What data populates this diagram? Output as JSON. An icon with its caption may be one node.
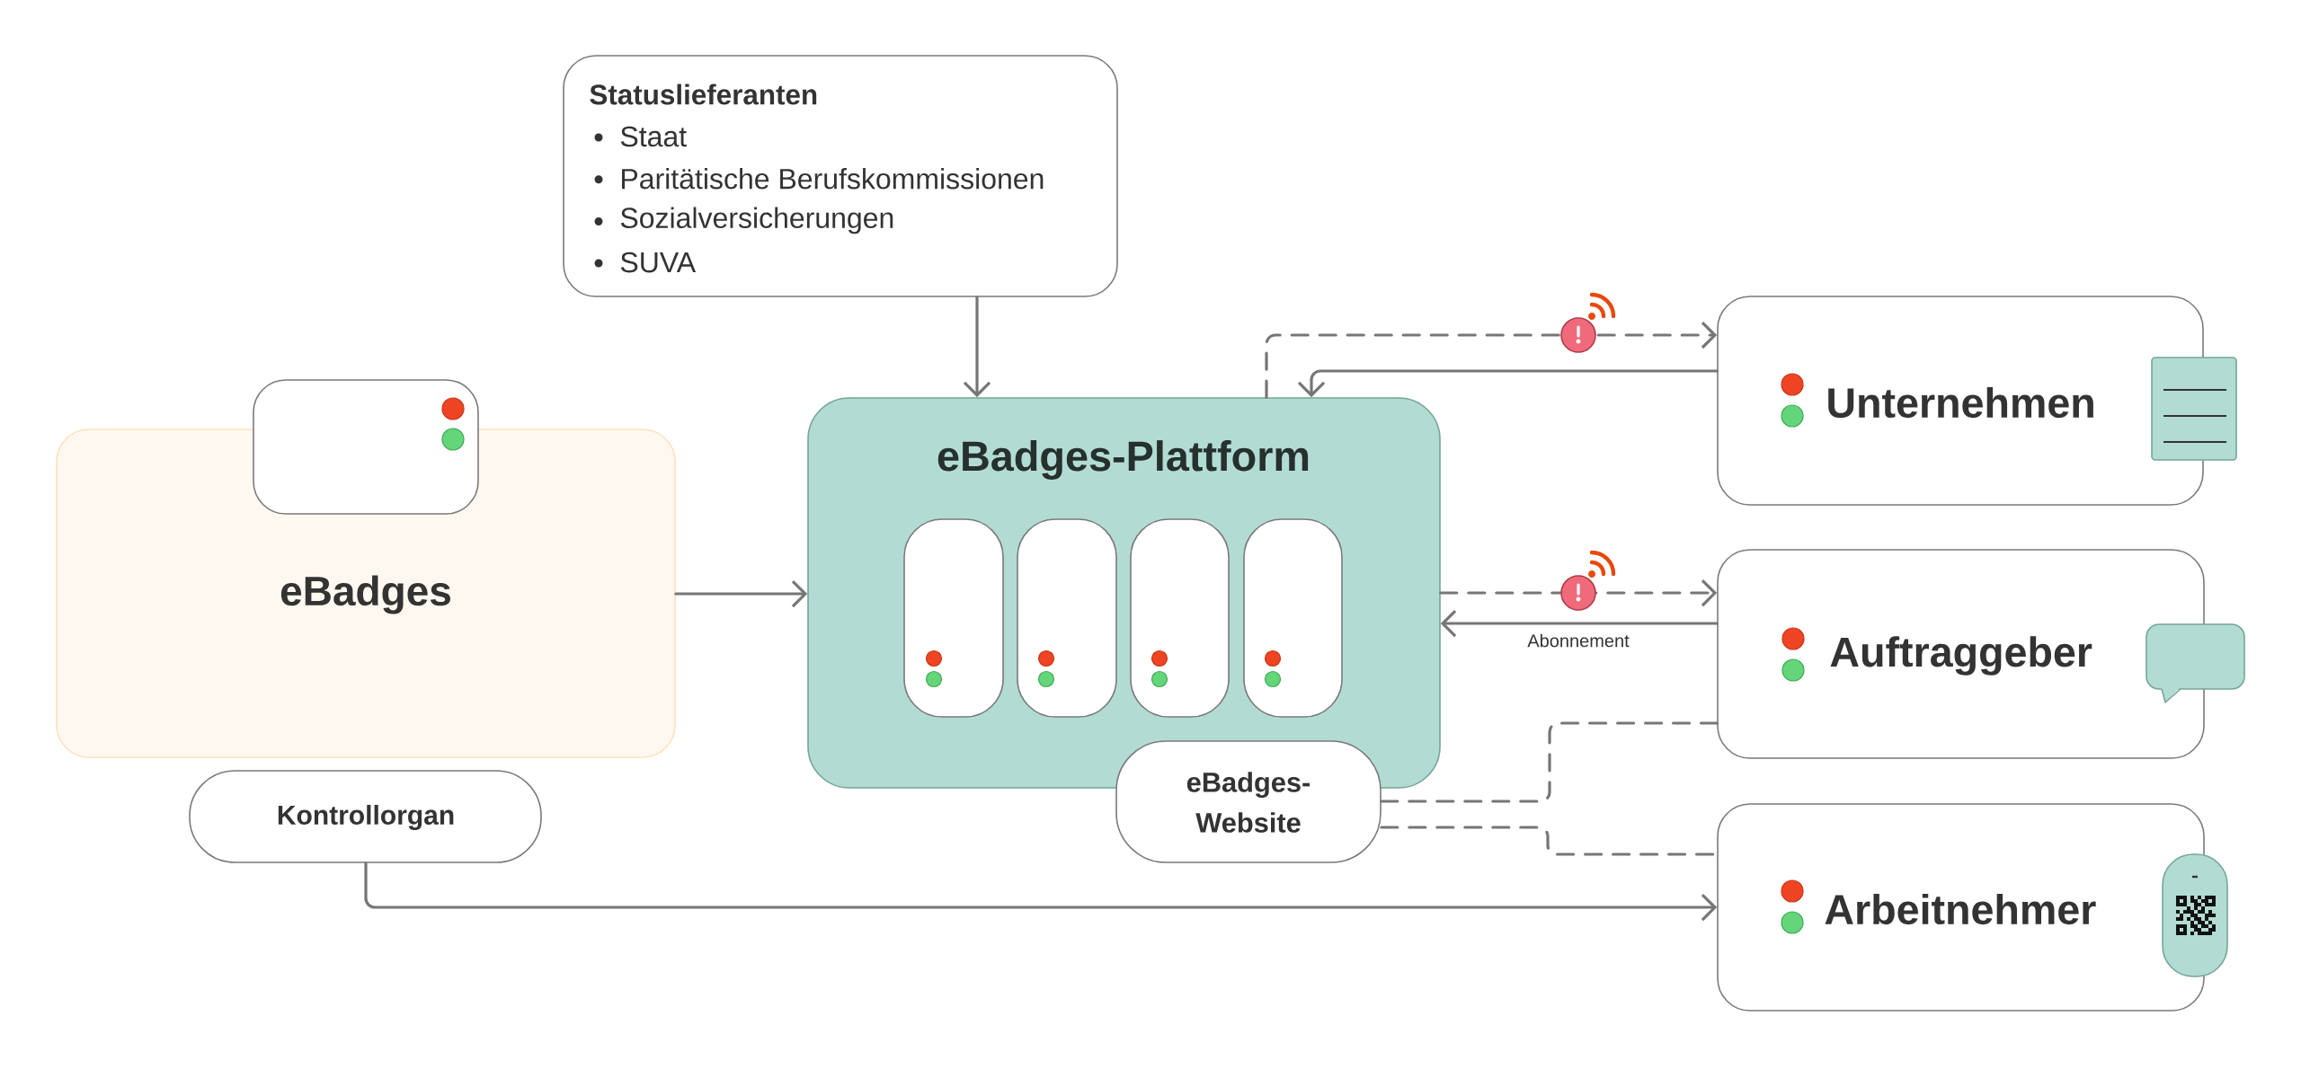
{
  "diagram": {
    "nodes": [
      {
        "text": [
          "Statuslieferanten",
          "Staat",
          "Paritätische Berufskommissionen",
          "Sozialversicherungen",
          "SUVA"
        ]
      },
      {
        "text": [
          "eBadges"
        ]
      },
      {
        "text": [],
        "shape": "box"
      },
      {
        "text": [
          "eBadges-Plattform"
        ]
      },
      {
        "text": [],
        "shape": "box",
        "in": 3
      },
      {
        "text": [],
        "shape": "box",
        "in": 3
      },
      {
        "text": [],
        "shape": "box",
        "in": 3
      },
      {
        "text": [],
        "shape": "box",
        "in": 3
      },
      {
        "text": [
          "eBadges- Website"
        ]
      },
      {
        "text": [
          "Kontrollorgan"
        ]
      },
      {
        "text": [
          "Unternehmen"
        ]
      },
      {
        "text": [
          "Auftraggeber"
        ]
      },
      {
        "text": [
          "Arbeitnehmer"
        ]
      }
    ],
    "edges": [
      {
        "from": 0,
        "to": 3,
        "arrow": "to"
      },
      {
        "from": 1,
        "to": 3,
        "arrow": "to"
      },
      {
        "from": 3,
        "to": 10,
        "arrow": "to",
        "style": "dashed"
      },
      {
        "from": 10,
        "to": 3,
        "arrow": "to"
      },
      {
        "from": 3,
        "to": 11,
        "arrow": "to",
        "style": "dashed"
      },
      {
        "from": 11,
        "to": 3,
        "arrow": "to",
        "label": "Abonnement"
      },
      {
        "from": 8,
        "to": 11,
        "arrow": "none",
        "style": "dashed"
      },
      {
        "from": 8,
        "to": 12,
        "arrow": "none",
        "style": "dashed"
      },
      {
        "from": 9,
        "to": 12,
        "arrow": "to"
      }
    ]
  }
}
